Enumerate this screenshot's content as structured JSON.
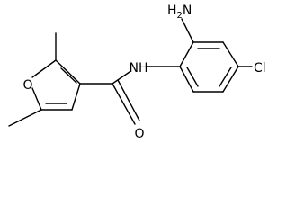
{
  "molecule": {
    "atoms": {
      "furan_oxygen": "O",
      "amide_nitrogen": "NH",
      "carbonyl_oxygen": "O",
      "chlorine": "Cl",
      "amine_group": "H",
      "amine_subscript": "2",
      "amine_nitrogen": "N"
    }
  }
}
